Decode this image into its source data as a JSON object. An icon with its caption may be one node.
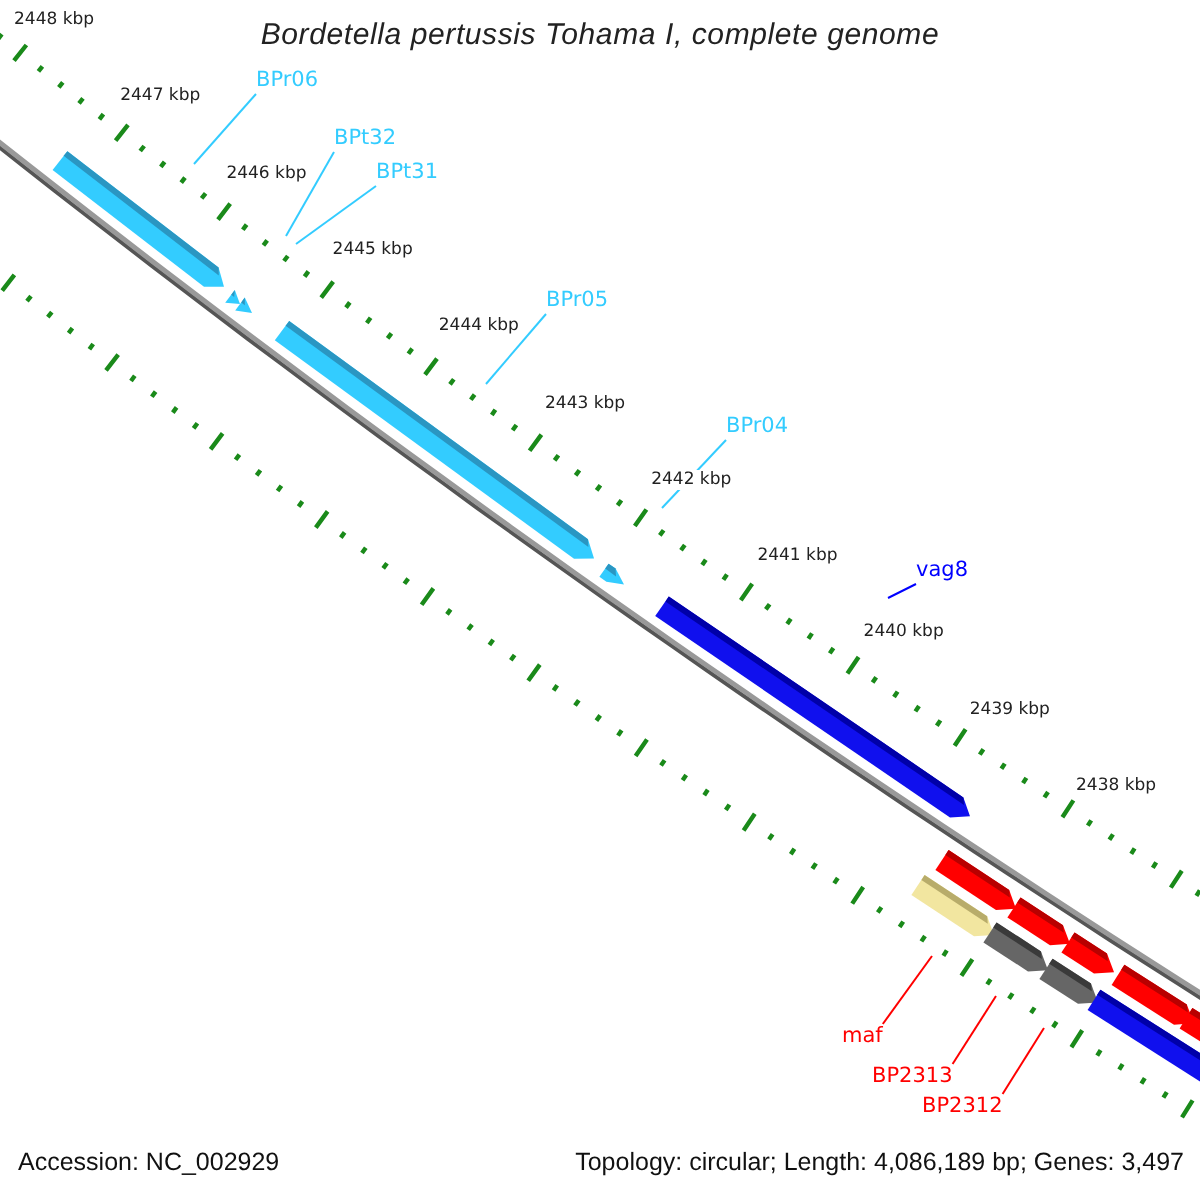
{
  "diagram": {
    "title": "Bordetella pertussis Tohama I, complete genome",
    "nodes": [
      {
        "text": [
          "BPr06"
        ]
      },
      {
        "text": [
          "BPt32"
        ]
      },
      {
        "text": [
          "BPt31"
        ]
      },
      {
        "text": [
          "BPr05"
        ]
      },
      {
        "text": [
          "BPr04"
        ]
      },
      {
        "text": [
          "vag8"
        ]
      },
      {
        "text": [
          "maf"
        ]
      },
      {
        "text": [
          "BP2313"
        ]
      },
      {
        "text": [
          "BP2312"
        ]
      }
    ],
    "edges": [
      {
        "from": 0,
        "to": null,
        "arrow": "none"
      },
      {
        "from": 1,
        "to": null,
        "arrow": "none"
      },
      {
        "from": 2,
        "to": null,
        "arrow": "none"
      },
      {
        "from": 3,
        "to": null,
        "arrow": "none"
      },
      {
        "from": 4,
        "to": null,
        "arrow": "none"
      },
      {
        "from": 5,
        "to": null,
        "arrow": "none",
        "color": "#0000ff"
      },
      {
        "from": 6,
        "to": null,
        "arrow": "none",
        "color": "#ff0000"
      },
      {
        "from": 7,
        "to": null,
        "arrow": "none",
        "color": "#ff0000"
      },
      {
        "from": 8,
        "to": null,
        "arrow": "none",
        "color": "#ff0000"
      }
    ],
    "labels": [
      "2448 kbp",
      "2447 kbp",
      "2446 kbp",
      "2445 kbp",
      "2444 kbp",
      "2443 kbp",
      "2442 kbp",
      "2441 kbp",
      "2440 kbp",
      "2439 kbp",
      "2438 kbp",
      "Accession: NC_002929",
      "Topology: circular; Length: 4,086,189 bp; Genes: 3,497"
    ]
  }
}
